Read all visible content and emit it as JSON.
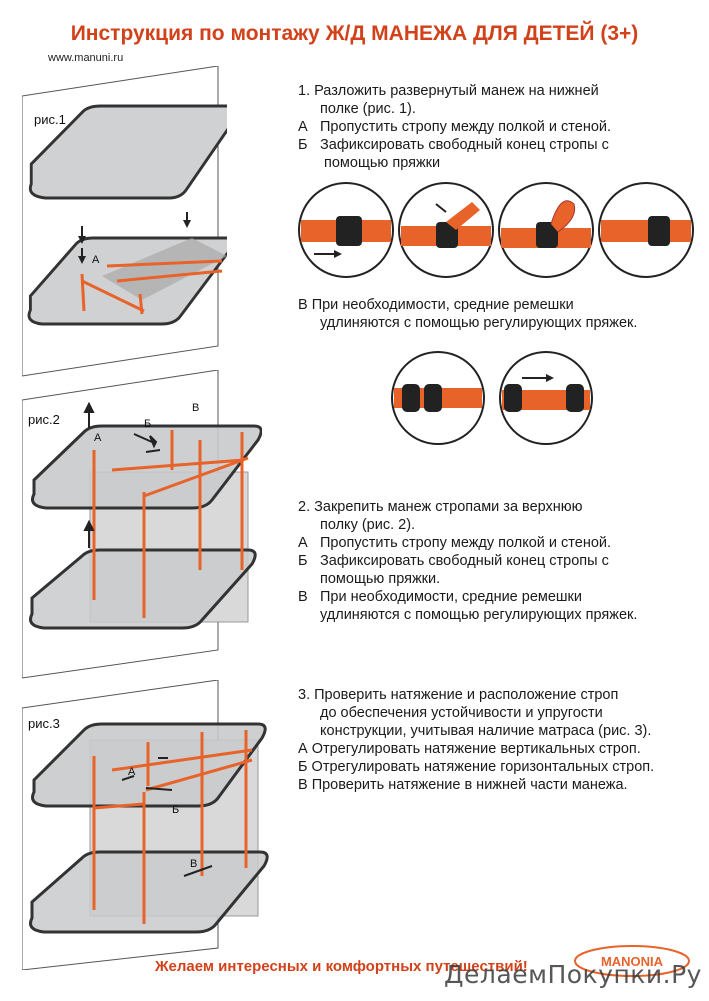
{
  "title": "Инструкция по монтажу Ж/Д МАНЕЖА ДЛЯ ДЕТЕЙ (3+)",
  "site": "www.manuni.ru",
  "figures": {
    "fig1": {
      "label": "рис.1",
      "marker_a": "А"
    },
    "fig2": {
      "label": "рис.2",
      "marker_a": "А",
      "marker_b": "Б",
      "marker_v": "В"
    },
    "fig3": {
      "label": "рис.3",
      "marker_a": "А",
      "marker_b": "Б",
      "marker_v": "В"
    }
  },
  "step1": {
    "line1": "1.  Разложить развернутый манеж на нижней",
    "line2": "полке (рис. 1).",
    "a_mark": "А",
    "a_text": "Пропустить стропу между полкой и стеной.",
    "b_mark": "Б",
    "b_text1": "Зафиксировать свободный конец стропы с",
    "b_text2": "помощью пряжки",
    "v_line1": "В   При необходимости,  средние ремешки",
    "v_line2": "удлиняются  с помощью регулирующих пряжек."
  },
  "step2": {
    "line1": "2.   Закрепить манеж стропами за верхнюю",
    "line2": "полку (рис. 2).",
    "a_mark": "А",
    "a_text": "Пропустить стропу между полкой и стеной.",
    "b_mark": "Б",
    "b_text1": "Зафиксировать свободный конец стропы с",
    "b_text2": "помощью пряжки.",
    "v_mark": "В",
    "v_text1": "При необходимости,  средние  ремешки",
    "v_text2": "удлиняются с помощью регулирующих пряжек."
  },
  "step3": {
    "line1": "3.  Проверить натяжение и расположение  строп",
    "line2": "до обеспечения устойчивости и упругости",
    "line3": "конструкции,  учитывая наличие матраса (рис. 3).",
    "a_line": "А  Отрегулировать натяжение вертикальных строп.",
    "b_line": "Б  Отрегулировать натяжение горизонтальных строп.",
    "v_line": "В  Проверить натяжение  в нижней части манежа."
  },
  "footer": "Желаем интересных и комфортных путешествий!",
  "watermark": "ДелаемПокупки.Ру",
  "logo_text": "MANONIA",
  "colors": {
    "accent": "#d2421a",
    "strap": "#e8632a",
    "shelf": "#9a9a9a"
  }
}
